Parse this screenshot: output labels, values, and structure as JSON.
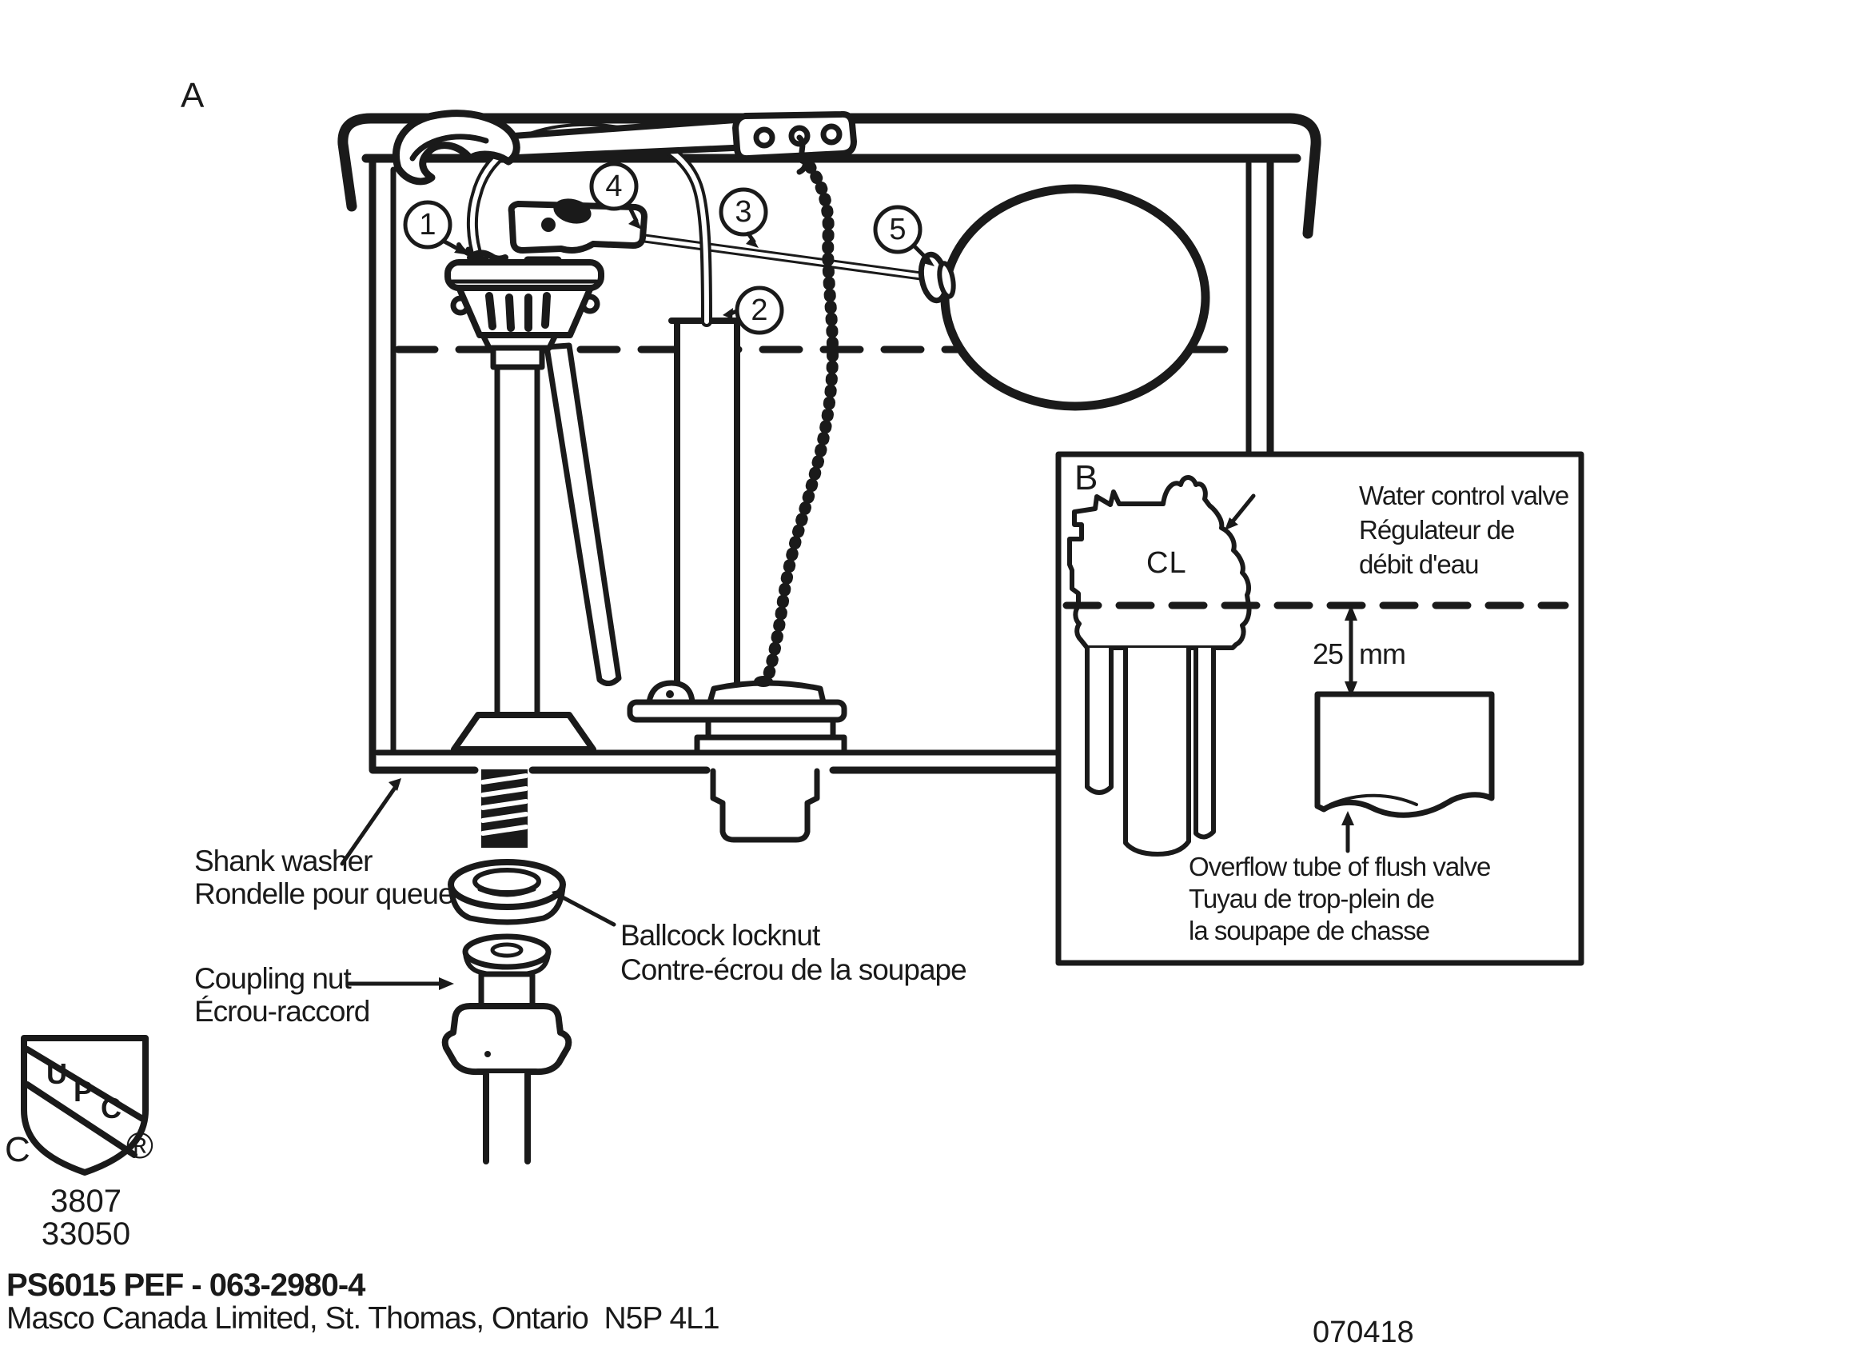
{
  "colors": {
    "ink": "#1a1a1a",
    "paper": "#ffffff"
  },
  "footer": {
    "part_number": "PS6015 PEF - 063-2980-4",
    "manufacturer_line": "Masco Canada Limited, St. Thomas, Ontario  N5P 4L1",
    "date_code": "070418"
  },
  "certification": {
    "shield_letters": [
      "U",
      "P",
      "C"
    ],
    "country_letter": "C",
    "registered_mark": "®",
    "file_numbers": [
      "3807",
      "33050"
    ]
  },
  "main_diagram": {
    "panel_label": "A",
    "callouts": [
      "1",
      "2",
      "3",
      "4",
      "5"
    ],
    "labels": {
      "shank_washer_en": "Shank washer",
      "shank_washer_fr": "Rondelle pour queue",
      "ballcock_locknut_en": "Ballcock locknut",
      "ballcock_locknut_fr": "Contre-écrou de la soupape",
      "coupling_nut_en": "Coupling nut",
      "coupling_nut_fr": "Écrou-raccord"
    }
  },
  "inset_diagram": {
    "panel_label": "B",
    "centerline_label": "CL",
    "dimension_value": "25",
    "dimension_unit": "mm",
    "labels": {
      "water_control_valve_en": "Water control valve",
      "water_control_valve_fr1": "Régulateur de",
      "water_control_valve_fr2": "débit d'eau",
      "overflow_tube_en": "Overflow tube of flush valve",
      "overflow_tube_fr1": "Tuyau de trop-plein de",
      "overflow_tube_fr2": "la soupape de chasse"
    }
  }
}
